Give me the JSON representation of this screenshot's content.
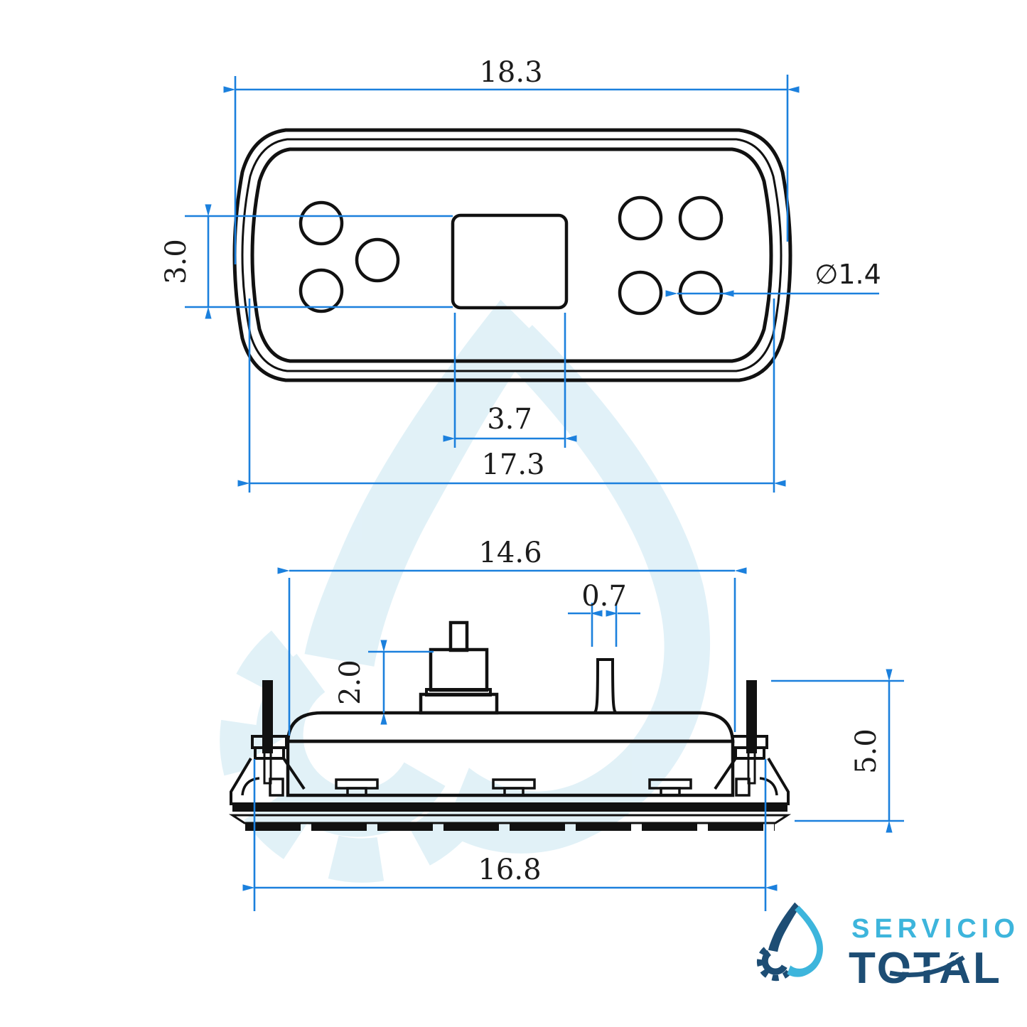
{
  "drawing": {
    "title": "spa-topside-control-panel-dimension-drawing",
    "views": {
      "top_view": "panel face with 7 button holes and display window",
      "side_view": "panel profile with mounting clips and pins"
    },
    "dimensions": {
      "overall_width": "18.3",
      "button_group_height": "3.0",
      "hole_diameter": "∅1.4",
      "display_width": "3.7",
      "bezel_width": "17.3",
      "body_width": "14.6",
      "pin_width": "0.7",
      "button_stack_height": "2.0",
      "profile_height": "5.0",
      "flange_width": "16.8"
    },
    "colors": {
      "dimension_blue": "#1b80dd",
      "line_black": "#111111",
      "watermark_tint": "#def0f7",
      "brand_cyan": "#3db5dc",
      "brand_navy": "#1d4d74"
    }
  },
  "brand": {
    "name_line1": "SERVICIO",
    "name_line2": "TOTAL"
  }
}
